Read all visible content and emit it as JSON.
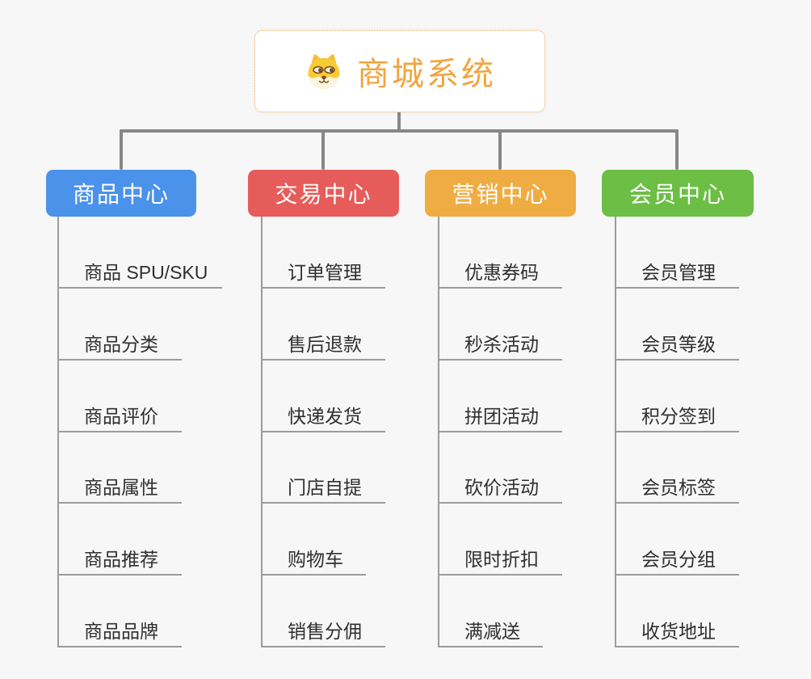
{
  "root": {
    "title": "商城系统",
    "icon": "shiba-dog-icon"
  },
  "branches": [
    {
      "label": "商品中心",
      "color": "#4B92EB",
      "items": [
        "商品 SPU/SKU",
        "商品分类",
        "商品评价",
        "商品属性",
        "商品推荐",
        "商品品牌"
      ]
    },
    {
      "label": "交易中心",
      "color": "#E65C5A",
      "items": [
        "订单管理",
        "售后退款",
        "快递发货",
        "门店自提",
        "购物车",
        "销售分佣"
      ]
    },
    {
      "label": "营销中心",
      "color": "#EFAC42",
      "items": [
        "优惠券码",
        "秒杀活动",
        "拼团活动",
        "砍价活动",
        "限时折扣",
        "满减送"
      ]
    },
    {
      "label": "会员中心",
      "color": "#6CBE45",
      "items": [
        "会员管理",
        "会员等级",
        "积分签到",
        "会员标签",
        "会员分组",
        "收货地址"
      ]
    }
  ],
  "colors": {
    "background": "#F7F7F7",
    "connector": "#878787",
    "underline": "#9C9C9C",
    "root_border": "#F0A848",
    "root_title": "#F2A53E",
    "leaf_text": "#2F2F2F"
  }
}
